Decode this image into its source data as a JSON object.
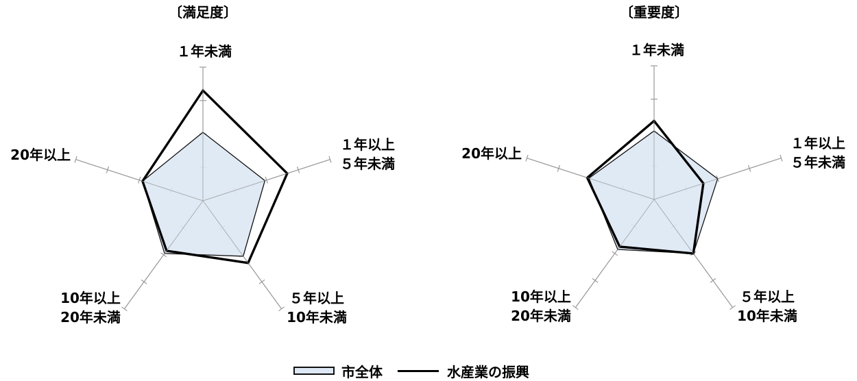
{
  "chart_data": [
    {
      "type": "radar",
      "title": "〔満足度〕",
      "axes": [
        [
          "１年未満"
        ],
        [
          "１年以上",
          "５年未満"
        ],
        [
          "５年以上",
          "10年未満"
        ],
        [
          "10年以上",
          "20年未満"
        ],
        [
          "20年以上"
        ]
      ],
      "series": [
        {
          "name": "市全体",
          "values": [
            2.05,
            1.95,
            2.05,
            1.95,
            1.9
          ]
        },
        {
          "name": "水産業の振興",
          "values": [
            3.3,
            2.65,
            2.3,
            1.85,
            1.9
          ]
        }
      ],
      "rlim": [
        0,
        4
      ],
      "tick_step": 1
    },
    {
      "type": "radar",
      "title": "〔重要度〕",
      "axes": [
        [
          "１年未満"
        ],
        [
          "１年以上",
          "５年未満"
        ],
        [
          "５年以上",
          "10年未満"
        ],
        [
          "10年以上",
          "20年未満"
        ],
        [
          "20年以上"
        ]
      ],
      "series": [
        {
          "name": "市全体",
          "values": [
            2.05,
            2.0,
            2.0,
            1.85,
            2.05
          ]
        },
        {
          "name": "水産業の振興",
          "values": [
            2.35,
            1.55,
            2.0,
            1.75,
            2.1
          ]
        }
      ],
      "rlim": [
        0,
        4
      ],
      "tick_step": 1
    }
  ],
  "legend": {
    "fill_label": "市全体",
    "line_label": "水産業の振興"
  },
  "colors": {
    "fill": "#dde8f4",
    "stroke": "#000000",
    "axis": "#9a9a9a"
  }
}
